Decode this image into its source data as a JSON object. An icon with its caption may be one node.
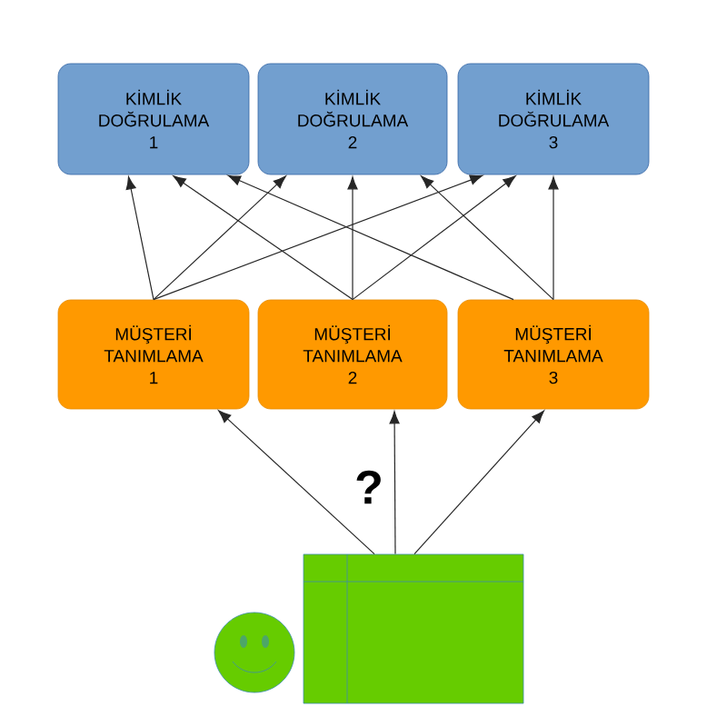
{
  "diagram": {
    "nodes": [
      {
        "text": [
          "KİMLİK DOĞRULAMA 1"
        ]
      },
      {
        "text": [
          "KİMLİK DOĞRULAMA 2"
        ]
      },
      {
        "text": [
          "KİMLİK DOĞRULAMA 3"
        ]
      },
      {
        "text": [
          "MÜŞTERİ TANIMLAMA 1"
        ]
      },
      {
        "text": [
          "MÜŞTERİ TANIMLAMA 2"
        ]
      },
      {
        "text": [
          "MÜŞTERİ TANIMLAMA 3"
        ]
      },
      {
        "text": [],
        "shape": "box"
      }
    ],
    "edges": [
      {
        "from": 3,
        "to": 0,
        "arrow": "to"
      },
      {
        "from": 3,
        "to": 1,
        "arrow": "to"
      },
      {
        "from": 3,
        "to": 2,
        "arrow": "to"
      },
      {
        "from": 4,
        "to": 0,
        "arrow": "to"
      },
      {
        "from": 4,
        "to": 1,
        "arrow": "to"
      },
      {
        "from": 4,
        "to": 2,
        "arrow": "to"
      },
      {
        "from": 5,
        "to": 0,
        "arrow": "to"
      },
      {
        "from": 5,
        "to": 1,
        "arrow": "to"
      },
      {
        "from": 5,
        "to": 2,
        "arrow": "to"
      },
      {
        "from": 6,
        "to": 3,
        "arrow": "to"
      },
      {
        "from": 6,
        "to": 4,
        "arrow": "to",
        "label": "?"
      },
      {
        "from": 6,
        "to": 5,
        "arrow": "to"
      }
    ]
  }
}
